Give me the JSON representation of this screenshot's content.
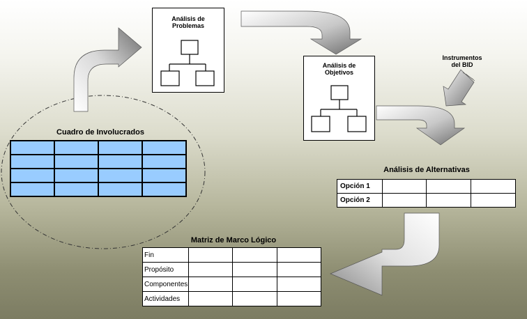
{
  "boxes": {
    "problemas": "Análisis de\nProblemas",
    "objetivos": "Análisis de\nObjetivos"
  },
  "instrumentos": "Instrumentos\ndel BID",
  "involucrados": {
    "title": "Cuadro de Involucrados",
    "rows": 4,
    "cols": 4
  },
  "alternativas": {
    "title": "Análisis de Alternativas",
    "rows": [
      "Opción 1",
      "Opción 2"
    ]
  },
  "marco": {
    "title": "Matriz de Marco Lógico",
    "rows": [
      "Fin",
      "Propósito",
      "Componentes",
      "Actividades"
    ]
  },
  "colors": {
    "cell_blue": "#99ccff",
    "arrow_light": "#ffffff",
    "arrow_dark": "#7a7a7a"
  }
}
